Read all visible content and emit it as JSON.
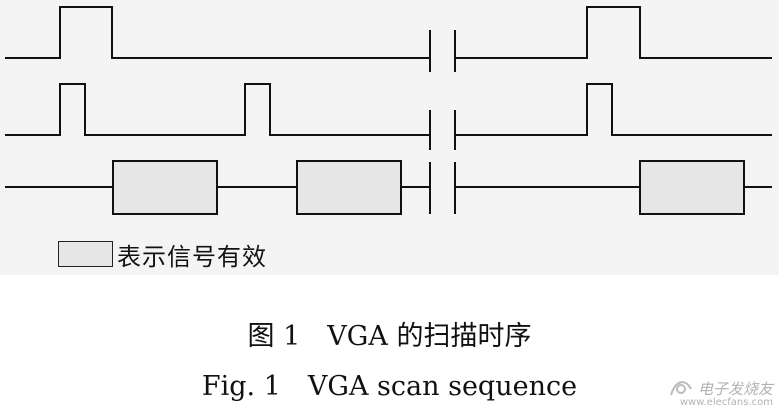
{
  "figure": {
    "legend_label": "表示信号有效",
    "caption_cn": "图 1　VGA 的扫描时序",
    "caption_en": "Fig. 1　VGA scan sequence"
  },
  "watermark": {
    "logo_text": "电子发烧友",
    "url": "www.elecfans.com"
  },
  "colors": {
    "line": "#111111",
    "active_fill": "#e6e6e6",
    "panel_bg": "#f4f4f4"
  }
}
